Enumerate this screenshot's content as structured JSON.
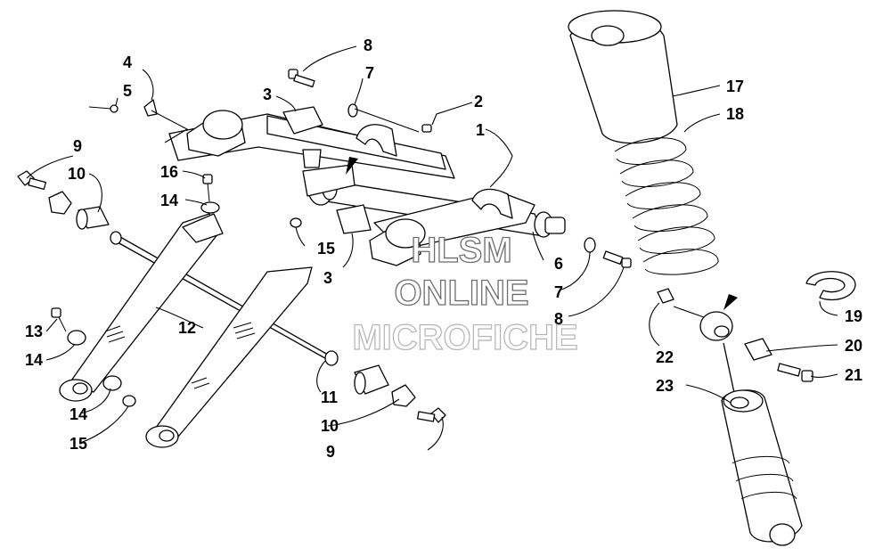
{
  "watermark": {
    "line1": "HLSM",
    "line2": "ONLINE",
    "line3": "MICROFICHE"
  },
  "callouts": [
    {
      "label": "1"
    },
    {
      "label": "2"
    },
    {
      "label": "3"
    },
    {
      "label": "3"
    },
    {
      "label": "4"
    },
    {
      "label": "5"
    },
    {
      "label": "6"
    },
    {
      "label": "7"
    },
    {
      "label": "7"
    },
    {
      "label": "8"
    },
    {
      "label": "8"
    },
    {
      "label": "9"
    },
    {
      "label": "9"
    },
    {
      "label": "10"
    },
    {
      "label": "10"
    },
    {
      "label": "11"
    },
    {
      "label": "12"
    },
    {
      "label": "13"
    },
    {
      "label": "14"
    },
    {
      "label": "14"
    },
    {
      "label": "14"
    },
    {
      "label": "15"
    },
    {
      "label": "15"
    },
    {
      "label": "16"
    },
    {
      "label": "17"
    },
    {
      "label": "18"
    },
    {
      "label": "19"
    },
    {
      "label": "20"
    },
    {
      "label": "21"
    },
    {
      "label": "22"
    },
    {
      "label": "23"
    }
  ]
}
